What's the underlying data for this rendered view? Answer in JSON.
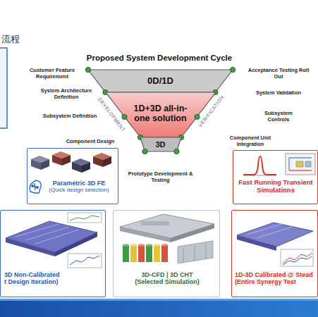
{
  "diagram": {
    "title": "Proposed System Development Cycle",
    "nodes": [
      {
        "text": [
          "0D/1D"
        ]
      },
      {
        "text": [
          "1D+3D all-in-one solution"
        ]
      },
      {
        "text": [
          "3D"
        ]
      },
      {
        "text": [
          "Parametric 3D FE",
          "(Quick design selection)"
        ]
      },
      {
        "text": [
          "Fast Running Transient Simulations"
        ]
      },
      {
        "text": [
          "3D Non-Calibrated",
          "t Design Iteration)"
        ]
      },
      {
        "text": [
          "3D-CFD | 3D CHT",
          "(Selected Simulation)"
        ]
      },
      {
        "text": [
          "1D-3D Calibrated @ Stead",
          "(Entire Synergy Test"
        ]
      }
    ],
    "labels": [
      "流程",
      "Customer Feature Requirement",
      "System Architecture Definition",
      "Subsystem Definition",
      "Component Design",
      "DEVELOPMENT",
      "Prototype Development & Testing",
      "Acceptance Testing Roll Out",
      "System Validation",
      "Subsystem Controls",
      "Component Unit Integration",
      "VERIFICATION"
    ]
  }
}
